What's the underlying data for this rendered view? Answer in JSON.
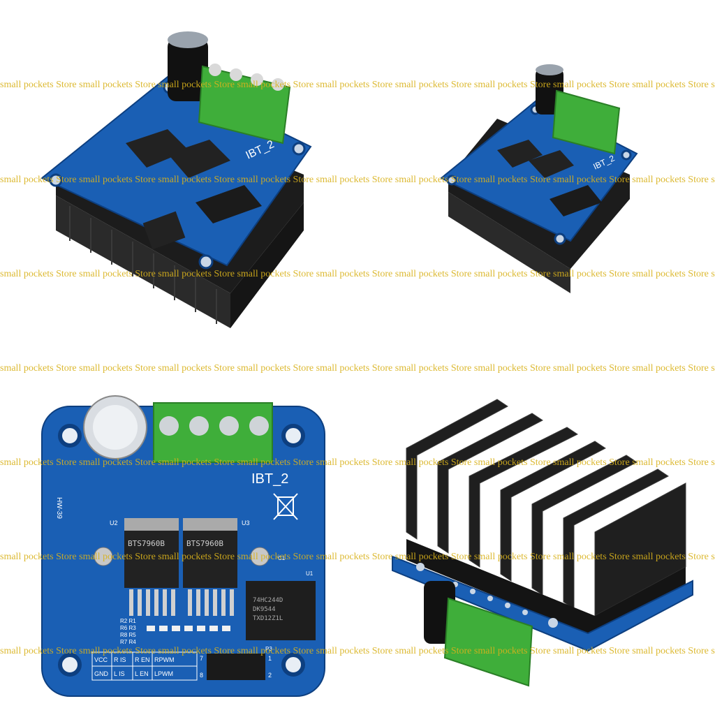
{
  "watermark": {
    "text": "small pockets Store small pockets Store small pockets Store small pockets Store small pockets Store small pockets Store small pockets Store small pockets Store small pockets Store small pockets Store",
    "color": "#d9b21c"
  },
  "board": {
    "title": "IBT_2",
    "model_code": "HW-39",
    "chip_label_1": "BTS7960B",
    "chip_label_2": "BTS7960B",
    "driver_chip_1": "74HC244D",
    "driver_chip_2": "DK9544",
    "driver_chip_3": "TXD12Z1L",
    "u2": "U2",
    "u3": "U3",
    "u1": "U1",
    "p3": "P3",
    "c1": "C1",
    "pin_1": "1",
    "pin_2": "2",
    "pin_7": "7",
    "pin_8": "8",
    "resistors_left": "R7 R4",
    "resistors_left2": "R8 R5",
    "resistors_left3": "R6 R3",
    "resistors_left4": "R2 R1",
    "header_row1": [
      "VCC",
      "R IS",
      "R EN",
      "RPWM"
    ],
    "header_row2": [
      "GND",
      "L IS",
      "L EN",
      "LPWM"
    ],
    "pcb_color": "#1a5fb4",
    "terminal_color": "#3fae3a",
    "heatsink_color": "#1f1f1f"
  }
}
